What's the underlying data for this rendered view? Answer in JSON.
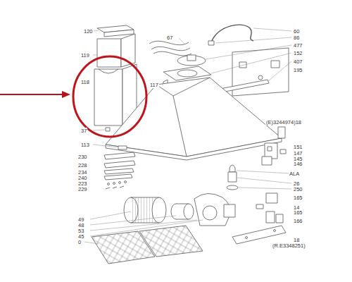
{
  "diagram": {
    "labels": [
      "120",
      "67",
      "60",
      "86",
      "477",
      "152",
      "407",
      "195",
      "119",
      "118",
      "117",
      "37",
      "(E)3244974)18",
      "151",
      "147",
      "145",
      "146",
      "113",
      "230",
      "228",
      "234",
      "240",
      "223",
      "229",
      "ALA",
      "26",
      "250",
      "165",
      "14",
      "165",
      "166",
      "49",
      "48",
      "53",
      "45",
      "0",
      "18",
      "(R.E3348251)"
    ]
  }
}
